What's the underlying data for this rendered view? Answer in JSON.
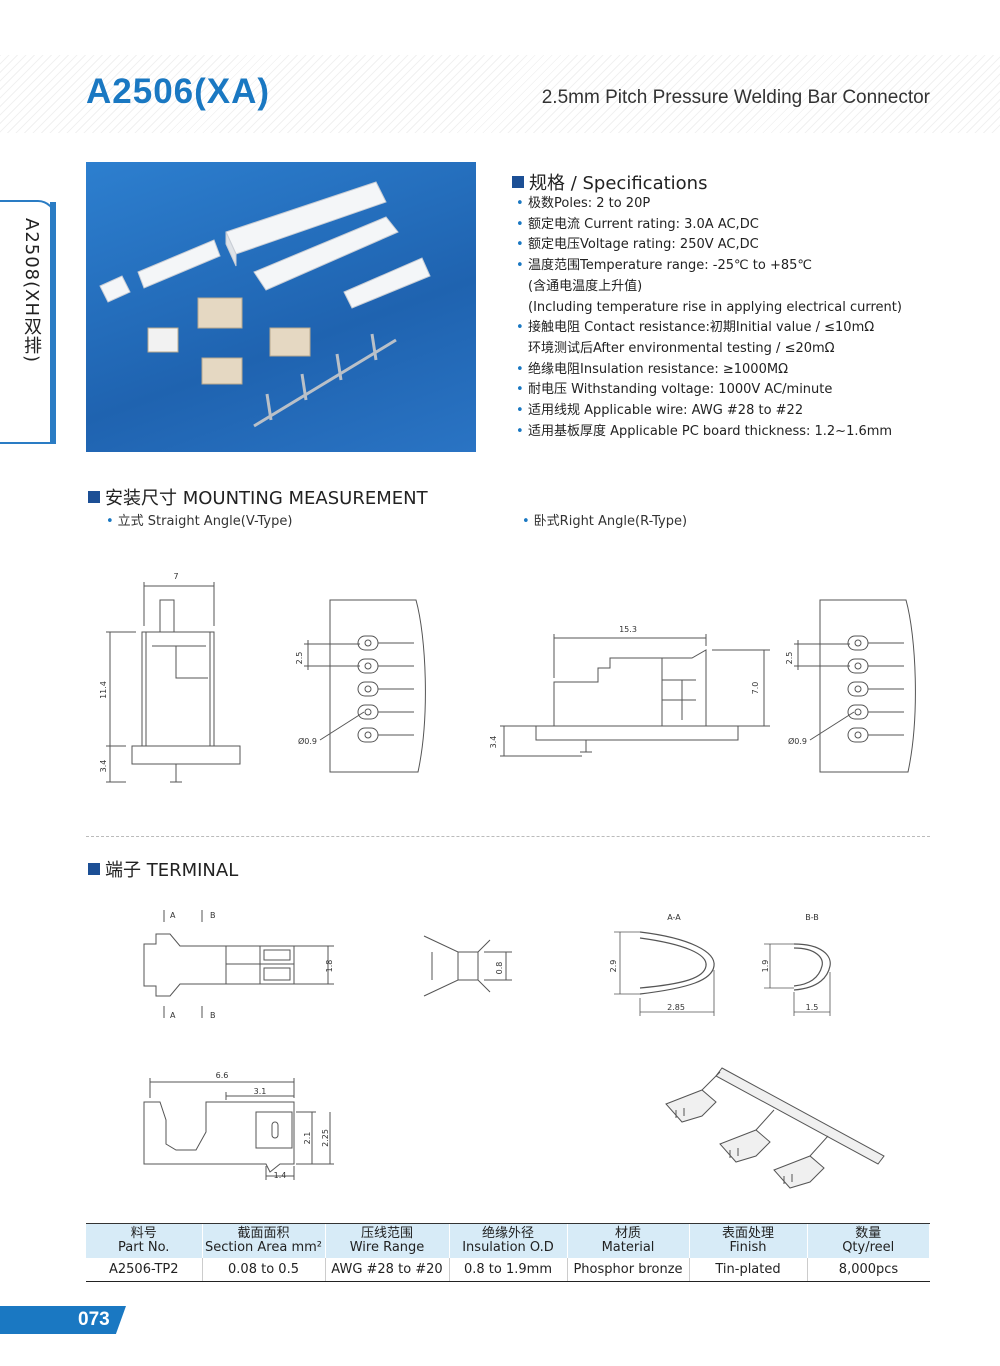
{
  "header": {
    "model": "A2506(XA)",
    "subtitle": "2.5mm Pitch Pressure Welding Bar Connector",
    "side_tab": "A2508(XH双排)"
  },
  "specifications": {
    "heading": "规格 / Specifications",
    "items": [
      "极数Poles: 2 to 20P",
      "额定电流 Current rating: 3.0A AC,DC",
      "额定电压Voltage rating: 250V AC,DC",
      "温度范围Temperature range: -25℃ to +85℃",
      "(含通电温度上升值)",
      "(Including temperature rise in applying electrical current)",
      "接触电阻 Contact resistance:初期Initial value / ≤10mΩ",
      "环境测试后After environmental testing / ≤20mΩ",
      "绝缘电阻Insulation resistance: ≥1000MΩ",
      "耐电压 Withstanding voltage: 1000V AC/minute",
      "适用线规 Applicable wire: AWG #28 to #22",
      "适用基板厚度 Applicable PC board thickness: 1.2~1.6mm"
    ]
  },
  "mounting": {
    "heading": "安装尺寸 MOUNTING MEASUREMENT",
    "straight_label": "立式 Straight Angle(V-Type)",
    "right_label": "卧式Right Angle(R-Type)",
    "dims_v": {
      "w": "7",
      "h": "11.4",
      "tail": "3.4",
      "pitch": "2.5",
      "hole": "Ø0.9"
    },
    "dims_r": {
      "len": "15.3",
      "h": "7.0",
      "tail": "3.4",
      "pitch": "2.5",
      "hole": "Ø0.9"
    }
  },
  "terminal": {
    "heading": "端子 TERMINAL",
    "sections": {
      "a": "A-A",
      "b": "B-B",
      "la": "A",
      "lb": "B"
    },
    "dims": {
      "d1": "1.8",
      "d2": "0.8",
      "d3": "2.9",
      "d4": "2.85",
      "d5": "1.9",
      "d6": "1.5",
      "d7": "6.6",
      "d8": "3.1",
      "d9": "2.1",
      "d10": "2.25",
      "d11": "1.4"
    }
  },
  "table": {
    "headers": [
      {
        "cn": "料号",
        "en": "Part No."
      },
      {
        "cn": "截面面积",
        "en": "Section Area mm²"
      },
      {
        "cn": "压线范围",
        "en": "Wire Range"
      },
      {
        "cn": "绝缘外径",
        "en": "Insulation O.D"
      },
      {
        "cn": "材质",
        "en": "Material"
      },
      {
        "cn": "表面处理",
        "en": "Finish"
      },
      {
        "cn": "数量",
        "en": "Qty/reel"
      }
    ],
    "row": [
      "A2506-TP2",
      "0.08 to 0.5",
      "AWG #28 to #20",
      "0.8 to 1.9mm",
      "Phosphor bronze",
      "Tin-plated",
      "8,000pcs"
    ]
  },
  "page_number": "073"
}
